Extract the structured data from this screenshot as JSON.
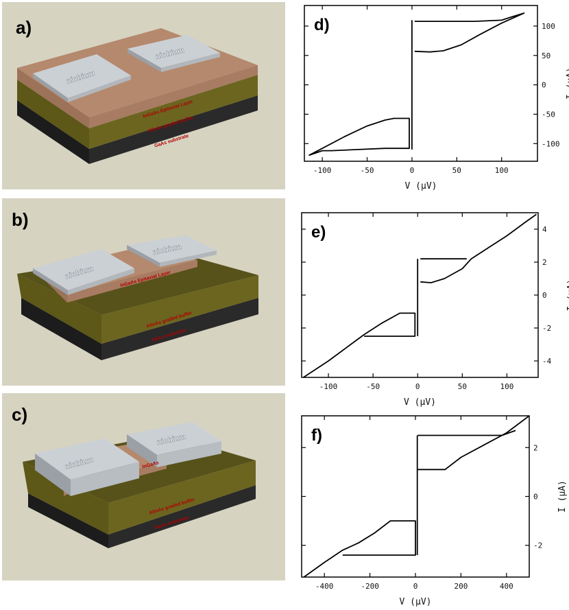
{
  "panels": [
    {
      "id": "a",
      "label": "a)",
      "contact_text": "niobium",
      "layers": [
        "InGaAs Epitaxial Layer",
        "AlInAs graded buffer",
        "GaAs substrate"
      ]
    },
    {
      "id": "b",
      "label": "b)",
      "contact_text": "niobium",
      "layers": [
        "InGaAs Epitaxial Layer",
        "AlInAs graded buffer",
        "GaAs substrate"
      ]
    },
    {
      "id": "c",
      "label": "c)",
      "contact_text": "niobium",
      "layers": [
        "InGaAs",
        "AlInAs graded buffer",
        "GaAs substrate"
      ]
    }
  ],
  "colors": {
    "scene_bg": "#d6d3c1",
    "niobium": "#c9ced3",
    "ingaas": "#b5896d",
    "buffer": "#5d5718",
    "substrate": "#1c1c1c",
    "layer_text": "#b00000"
  },
  "chart_data": [
    {
      "label": "d)",
      "type": "line",
      "xlabel": "V (μV)",
      "ylabel": "I (μA)",
      "xlim": [
        -120,
        140
      ],
      "ylim": [
        -130,
        135
      ],
      "xticks": [
        -100,
        -50,
        0,
        50,
        100
      ],
      "xticklabels": [
        "-100",
        "-50",
        "0",
        "50",
        "100"
      ],
      "yticks": [
        -100,
        -50,
        0,
        50,
        100
      ],
      "yticklabels": [
        "-100",
        "-50",
        "0",
        "50",
        "100"
      ],
      "series": [
        {
          "values": [
            [
              -115,
              -120
            ],
            [
              -100,
              -108
            ],
            [
              -75,
              -88
            ],
            [
              -50,
              -70
            ],
            [
              -30,
              -60
            ],
            [
              -20,
              -57
            ],
            [
              -3,
              -57
            ],
            [
              -3,
              -108
            ],
            [
              -30,
              -108
            ],
            [
              -60,
              -110
            ],
            [
              -90,
              -112
            ],
            [
              -100,
              -112
            ],
            [
              -115,
              -120
            ]
          ]
        },
        {
          "values": [
            [
              0,
              -110
            ],
            [
              0,
              110
            ]
          ]
        },
        {
          "values": [
            [
              3,
              57
            ],
            [
              20,
              56
            ],
            [
              35,
              58
            ],
            [
              55,
              68
            ],
            [
              75,
              85
            ],
            [
              100,
              105
            ],
            [
              125,
              122
            ],
            [
              110,
              115
            ],
            [
              100,
              110
            ],
            [
              70,
              108
            ],
            [
              30,
              108
            ],
            [
              3,
              108
            ]
          ]
        }
      ]
    },
    {
      "label": "e)",
      "type": "line",
      "xlabel": "V (μV)",
      "ylabel": "I (μA)",
      "xlim": [
        -130,
        135
      ],
      "ylim": [
        -5.0,
        5.0
      ],
      "xticks": [
        -100,
        -50,
        0,
        50,
        100
      ],
      "xticklabels": [
        "-100",
        "-50",
        "0",
        "50",
        "100"
      ],
      "yticks": [
        -4,
        -2,
        0,
        2,
        4
      ],
      "yticklabels": [
        "-4",
        "-2",
        "0",
        "2",
        "4"
      ],
      "series": [
        {
          "values": [
            [
              -128,
              -5
            ],
            [
              -100,
              -4
            ],
            [
              -80,
              -3.2
            ],
            [
              -60,
              -2.4
            ],
            [
              -40,
              -1.7
            ],
            [
              -20,
              -1.1
            ],
            [
              -3,
              -1.1
            ],
            [
              -3,
              -2.5
            ],
            [
              -30,
              -2.5
            ],
            [
              -60,
              -2.5
            ]
          ]
        },
        {
          "values": [
            [
              0,
              -2.5
            ],
            [
              0,
              2.2
            ]
          ]
        },
        {
          "values": [
            [
              3,
              0.8
            ],
            [
              15,
              0.75
            ],
            [
              30,
              1.0
            ],
            [
              50,
              1.6
            ],
            [
              60,
              2.2
            ],
            [
              80,
              2.9
            ],
            [
              100,
              3.6
            ],
            [
              120,
              4.4
            ],
            [
              133,
              4.9
            ]
          ]
        },
        {
          "values": [
            [
              3,
              2.2
            ],
            [
              55,
              2.2
            ]
          ]
        }
      ]
    },
    {
      "label": "f)",
      "type": "line",
      "xlabel": "V (μV)",
      "ylabel": "I (μA)",
      "xlim": [
        -500,
        500
      ],
      "ylim": [
        -3.3,
        3.3
      ],
      "xticks": [
        -400,
        -200,
        0,
        200,
        400
      ],
      "xticklabels": [
        "-400",
        "-200",
        "0",
        "200",
        "400"
      ],
      "yticks": [
        -2,
        0,
        2
      ],
      "yticklabels": [
        "-2",
        "0",
        "2"
      ],
      "series": [
        {
          "values": [
            [
              -490,
              -3.3
            ],
            [
              -400,
              -2.7
            ],
            [
              -320,
              -2.2
            ],
            [
              -250,
              -1.9
            ],
            [
              -180,
              -1.5
            ],
            [
              -110,
              -1.0
            ],
            [
              0,
              -1.0
            ],
            [
              0,
              -2.4
            ],
            [
              -150,
              -2.4
            ],
            [
              -320,
              -2.4
            ]
          ]
        },
        {
          "values": [
            [
              8,
              -2.4
            ],
            [
              8,
              2.5
            ]
          ]
        },
        {
          "values": [
            [
              10,
              1.1
            ],
            [
              130,
              1.1
            ],
            [
              200,
              1.6
            ],
            [
              300,
              2.1
            ],
            [
              400,
              2.6
            ],
            [
              500,
              3.3
            ]
          ]
        },
        {
          "values": [
            [
              10,
              2.5
            ],
            [
              200,
              2.5
            ],
            [
              380,
              2.5
            ],
            [
              440,
              2.7
            ]
          ]
        }
      ]
    }
  ]
}
